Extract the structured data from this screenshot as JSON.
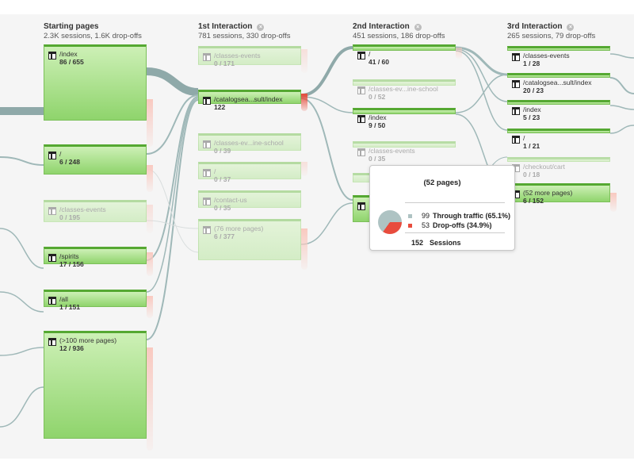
{
  "columns": [
    {
      "title": "Starting pages",
      "subtitle": "2.3K sessions, 1.6K drop-offs",
      "closable": false
    },
    {
      "title": "1st Interaction",
      "subtitle": "781 sessions, 330 drop-offs",
      "closable": true
    },
    {
      "title": "2nd Interaction",
      "subtitle": "451 sessions, 186 drop-offs",
      "closable": true
    },
    {
      "title": "3rd Interaction",
      "subtitle": "265 sessions, 79 drop-offs",
      "closable": true
    }
  ],
  "nodes": {
    "start": [
      {
        "page": "/index",
        "count": "86 / 655"
      },
      {
        "page": "/",
        "count": "6 / 248"
      },
      {
        "page": "/classes-events",
        "count": "0 / 195"
      },
      {
        "page": "/spirits",
        "count": "17 / 156"
      },
      {
        "page": "/all",
        "count": "1 / 151"
      },
      {
        "page": "(>100 more pages)",
        "count": "12 / 936"
      }
    ],
    "first": [
      {
        "page": "/classes-events",
        "count": "0 / 171"
      },
      {
        "page": "/catalogsea...sult/index",
        "count": "122"
      },
      {
        "page": "/classes-ev...ine-school",
        "count": "0 / 39"
      },
      {
        "page": "/",
        "count": "0 / 37"
      },
      {
        "page": "/contact-us",
        "count": "0 / 35"
      },
      {
        "page": "(76 more pages)",
        "count": "6 / 377"
      }
    ],
    "second": [
      {
        "page": "/",
        "count": "41 / 60"
      },
      {
        "page": "/classes-ev...ine-school",
        "count": "0 / 52"
      },
      {
        "page": "/index",
        "count": "9 / 50"
      },
      {
        "page": "/classes-events",
        "count": "0 / 35"
      },
      {
        "page": "",
        "count": ""
      },
      {
        "page": "",
        "count": ""
      }
    ],
    "third": [
      {
        "page": "/classes-events",
        "count": "1 / 28"
      },
      {
        "page": "/catalogsea...sult/index",
        "count": "20 / 23"
      },
      {
        "page": "/index",
        "count": "5 / 23"
      },
      {
        "page": "/",
        "count": "1 / 21"
      },
      {
        "page": "/checkout/cart",
        "count": "0 / 18"
      },
      {
        "page": "(52 more pages)",
        "count": "6 / 152"
      }
    ]
  },
  "tooltip": {
    "title": "(52 pages)",
    "through_value": "99",
    "through_label": "Through traffic (65.1%)",
    "through_fraction": 0.651,
    "drop_value": "53",
    "drop_label": "Drop-offs (34.9%)",
    "drop_fraction": 0.349,
    "total_value": "152",
    "total_label": "Sessions"
  },
  "icons": {
    "close": "close-icon",
    "page": "page-icon"
  },
  "colors": {
    "node_green": "#8fd46c",
    "node_border": "#55a832",
    "flow": "#9fb8b8",
    "dropoff": "#e84c3d",
    "through": "#aec3c3",
    "background": "#f5f5f5"
  }
}
